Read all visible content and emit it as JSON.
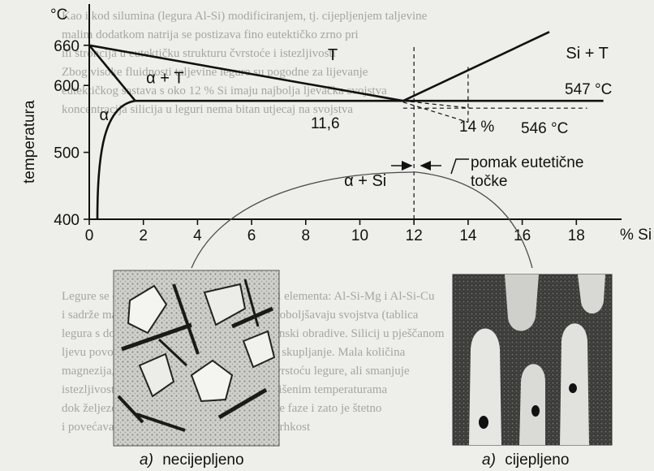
{
  "chart_data": {
    "type": "phase_diagram",
    "ylabel": "temperatura",
    "y_unit": "°C",
    "x_unit": "% Si",
    "xlim": [
      0,
      19
    ],
    "ylim": [
      400,
      680
    ],
    "x_ticks": [
      0,
      2,
      4,
      6,
      8,
      10,
      12,
      14,
      16,
      18
    ],
    "y_ticks": [
      400,
      500,
      600,
      660
    ],
    "lines": [
      {
        "name": "liquidus-al",
        "points": [
          [
            0,
            660
          ],
          [
            11.6,
            577
          ]
        ]
      },
      {
        "name": "liquidus-si",
        "points": [
          [
            11.6,
            577
          ],
          [
            17,
            680
          ]
        ]
      },
      {
        "name": "eutectic",
        "points": [
          [
            1.7,
            577
          ],
          [
            19,
            577
          ]
        ]
      },
      {
        "name": "solidus",
        "points": [
          [
            0,
            660
          ],
          [
            1.7,
            577
          ]
        ]
      },
      {
        "name": "solvus",
        "points": [
          [
            1.7,
            577
          ],
          [
            0.3,
            400
          ]
        ]
      }
    ],
    "dashed_lines": [
      {
        "name": "modified-liquidus-al",
        "points": [
          [
            11.6,
            577
          ],
          [
            14.1,
            566
          ]
        ]
      },
      {
        "name": "modified-liquidus-si",
        "points": [
          [
            11.6,
            575
          ],
          [
            14,
            545
          ]
        ]
      },
      {
        "name": "modified-eutectic",
        "points": [
          [
            11.6,
            566
          ],
          [
            18.4,
            566
          ]
        ]
      },
      {
        "name": "x-12-vertical",
        "points": [
          [
            12,
            400
          ],
          [
            12,
            660
          ]
        ]
      },
      {
        "name": "x-14-vertical",
        "points": [
          [
            14,
            545
          ],
          [
            14,
            630
          ]
        ]
      }
    ],
    "regions": [
      {
        "label": "T",
        "x": 9,
        "y": 638
      },
      {
        "label": "α + T",
        "x": 2.8,
        "y": 603
      },
      {
        "label": "α",
        "x": 0.55,
        "y": 548
      },
      {
        "label": "α + Si",
        "x": 10.2,
        "y": 450
      },
      {
        "label": "Si + T",
        "x": 18.4,
        "y": 640
      }
    ],
    "annotations": {
      "eutectic_conc": "11,6",
      "shifted_conc": "14 %",
      "temp_a": "547 °C",
      "temp_b": "546 °C",
      "shift_note_line1": "pomak eutetične",
      "shift_note_line2": "točke"
    }
  },
  "micrographs": [
    {
      "label": "a)",
      "caption": "necijepljeno"
    },
    {
      "label": "a)",
      "caption": "cijepljeno"
    }
  ],
  "background_text": [
    "Kao i kod silumina (legura Al-Si) modificiranjem, tj. cijepljenjem taljevine",
    "malim dodatkom natrija se postizava fino eutektičko zrno pri",
    "ili stroncija u eutektičku strukturu čvrstoće i istezljivosti",
    "Zbog visoke fluidnosti taljevine legure su pogodne za lijevanje",
    "eutektičkog sastava s oko 12 % Si imaju najbolja ljevačka svojstva",
    "koncentracija silicija u leguri nema bitan utjecaj na svojstva",
    "",
    "",
    "",
    "",
    "",
    "",
    "",
    "",
    "",
    "Legure se obično legiraju s jednim, dva ili tri elementa: Al-Si-Mg i Al-Si-Cu",
    "i sadrže male količine raznih dodataka koji poboljšavaju svojstva (tablica",
    "legura s dodacima magnezija i bakra su toplinski obradive. Silicij u pješčanom",
    "ljevu povoljno utječe na livljivost i smanjuje skupljanje. Mala količina",
    "magnezija, uz toplinsku obradu, povećava čvrstoću legure, ali smanjuje",
    "istezljivost. Bakar povećava čvrstoću na povišenim temperaturama",
    "dok željezo u leguri stvara krhke intermetalne faze i zato je štetno",
    "i povećava sklonost kristalizaciji, tvrdoću i krhkost"
  ]
}
